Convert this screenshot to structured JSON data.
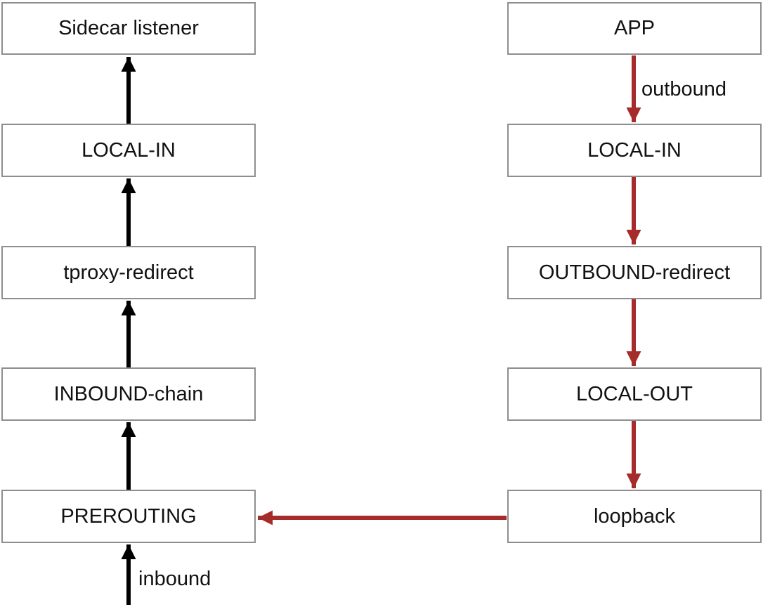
{
  "colors": {
    "box_border": "#8e8e8e",
    "box_fill": "#ffffff",
    "text_color": "#111111",
    "inbound_color": "#000000",
    "outbound_color": "#a62b2b"
  },
  "inbound_path": {
    "entry_label": "inbound",
    "boxes": [
      {
        "label": "Sidecar listener"
      },
      {
        "label": "LOCAL-IN"
      },
      {
        "label": "tproxy-redirect"
      },
      {
        "label": "INBOUND-chain"
      },
      {
        "label": "PREROUTING"
      }
    ]
  },
  "outbound_path": {
    "entry_label": "outbound",
    "boxes": [
      {
        "label": "APP"
      },
      {
        "label": "LOCAL-IN"
      },
      {
        "label": "OUTBOUND-redirect"
      },
      {
        "label": "LOCAL-OUT"
      },
      {
        "label": "loopback"
      }
    ]
  },
  "edges": [
    {
      "from": "inbound traffic",
      "to": "PREROUTING",
      "flow": "inbound"
    },
    {
      "from": "PREROUTING",
      "to": "INBOUND-chain",
      "flow": "inbound"
    },
    {
      "from": "INBOUND-chain",
      "to": "tproxy-redirect",
      "flow": "inbound"
    },
    {
      "from": "tproxy-redirect",
      "to": "LOCAL-IN",
      "flow": "inbound"
    },
    {
      "from": "LOCAL-IN",
      "to": "Sidecar listener",
      "flow": "inbound"
    },
    {
      "from": "APP",
      "to": "LOCAL-IN",
      "flow": "outbound"
    },
    {
      "from": "LOCAL-IN",
      "to": "OUTBOUND-redirect",
      "flow": "outbound"
    },
    {
      "from": "OUTBOUND-redirect",
      "to": "LOCAL-OUT",
      "flow": "outbound"
    },
    {
      "from": "LOCAL-OUT",
      "to": "loopback",
      "flow": "outbound"
    },
    {
      "from": "loopback",
      "to": "PREROUTING",
      "flow": "outbound"
    }
  ]
}
